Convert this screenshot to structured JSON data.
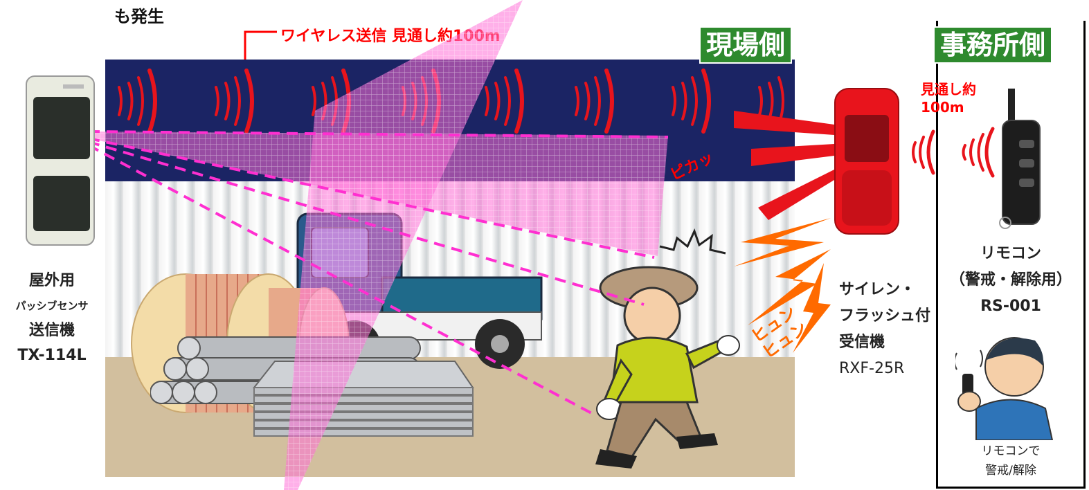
{
  "top_caption": "も発生",
  "wireless_label": "ワイヤレス送信 見通し約100m",
  "site_side_label": "現場側",
  "office_side_label": "事務所側",
  "line_of_sight_label": "見通し約100m",
  "flash_label": "ピカッ",
  "whoosh_label": "ヒュンヒュン",
  "transmitter": {
    "name_lines": [
      "屋外用",
      "パッシブセンサ",
      "送信機"
    ],
    "model": "TX-114L"
  },
  "receiver": {
    "name_lines": [
      "サイレン・",
      "フラッシュ付",
      "受信機"
    ],
    "model": "RXF-25R"
  },
  "remote": {
    "name": "リモコン",
    "purpose": "（警戒・解除用）",
    "model": "RS-001",
    "caption_lines": [
      "リモコンで",
      "警戒/解除"
    ]
  },
  "colors": {
    "sky": "#1b2464",
    "signal_red": "#e8141c",
    "beam_pink": "#ff4fd0",
    "label_green": "#2e8a2e",
    "ground": "#d2bf9e"
  }
}
